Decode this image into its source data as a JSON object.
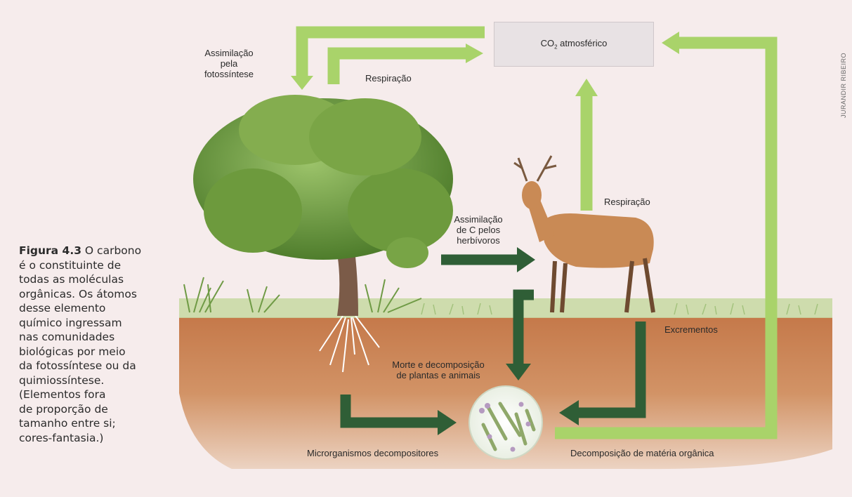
{
  "caption": {
    "figure_number": "Figura 4.3",
    "lines": [
      " O carbono",
      "é o constituinte de",
      "todas as moléculas",
      "orgânicas. Os átomos",
      "desse elemento",
      "químico ingressam",
      "nas comunidades",
      "biológicas por meio",
      "da fotossíntese ou da",
      "quimiossíntese.",
      "(Elementos fora",
      "de proporção de",
      "tamanho entre si;",
      "cores-fantasia.)"
    ]
  },
  "credit": "JURANDIR RIBEIRO",
  "co2_box": {
    "main": "CO",
    "subscript": "2",
    "rest": " atmosférico"
  },
  "labels": {
    "assimilation_photosynthesis": [
      "Assimilação",
      "pela",
      "fotossíntese"
    ],
    "respiration_plant": "Respiração",
    "respiration_animal": "Respiração",
    "herbivore_assimilation": [
      "Assimilação",
      "de C pelos",
      "herbívoros"
    ],
    "excrement": "Excrementos",
    "death_decomposition": [
      "Morte e decomposição",
      "de plantas e animais"
    ],
    "decomposer_microorganisms": "Microrganismos decompositores",
    "organic_matter_decomposition": "Decomposição de matéria orgânica"
  },
  "colors": {
    "light_arrow": "#a9d36a",
    "dark_arrow": "#2f5e36",
    "soil": "#c9865a",
    "grass": "#9fbf73",
    "tree_canopy": "#6f9a3e",
    "deer": "#c98a55"
  }
}
